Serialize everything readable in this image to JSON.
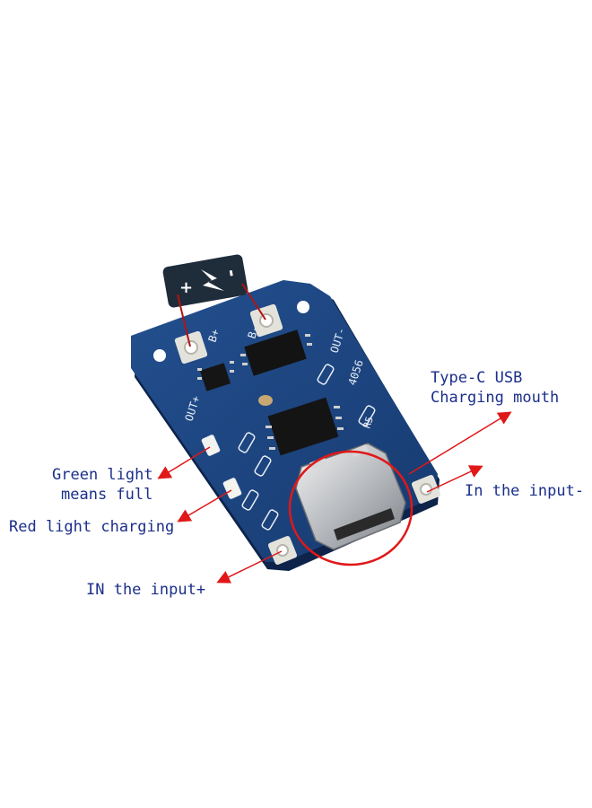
{
  "battery": {
    "plus_sign": "+",
    "minus_sign": "-"
  },
  "pcb": {
    "silk": {
      "b_plus": "B+",
      "b_minus": "B-",
      "out_plus": "OUT+",
      "out_minus": "OUT-",
      "chip_id": "4056",
      "r5": "R5"
    }
  },
  "labels": {
    "typec": {
      "line1": "Type-C USB",
      "line2": "Charging mouth"
    },
    "in_minus": "In the input-",
    "green": {
      "line1": "Green light",
      "line2": "means full"
    },
    "red": "Red light charging",
    "in_plus": "IN the input+"
  },
  "colors": {
    "pcb": "#1d3f78",
    "pcb_edge": "#0f2650",
    "pad": "#d9d9d2",
    "label_text": "#1b2f8a",
    "arrow": "#e01818",
    "battery_body": "#1f2c3a"
  }
}
